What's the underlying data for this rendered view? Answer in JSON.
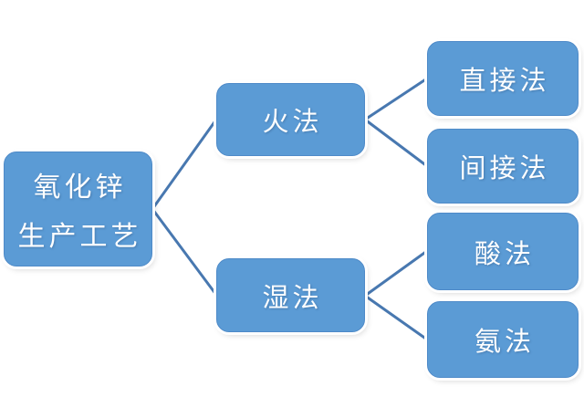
{
  "diagram": {
    "type": "tree",
    "description": "Hierarchy diagram of zinc oxide production processes",
    "nodes": {
      "root": {
        "label_line1": "氧化锌",
        "label_line2": "生产工艺"
      },
      "fire": {
        "label": "火法"
      },
      "wet": {
        "label": "湿法"
      },
      "direct": {
        "label": "直接法"
      },
      "indirect": {
        "label": "间接法"
      },
      "acid": {
        "label": "酸法"
      },
      "ammonia": {
        "label": "氨法"
      }
    },
    "edges": [
      {
        "from": "root",
        "to": "fire"
      },
      {
        "from": "root",
        "to": "wet"
      },
      {
        "from": "fire",
        "to": "direct"
      },
      {
        "from": "fire",
        "to": "indirect"
      },
      {
        "from": "wet",
        "to": "acid"
      },
      {
        "from": "wet",
        "to": "ammonia"
      }
    ]
  },
  "colors": {
    "node_fill": "#5B9BD5",
    "node_border": "#4E8AC8",
    "connector": "#4878B0",
    "text": "#FFFFFF",
    "background": "#FFFFFF"
  }
}
